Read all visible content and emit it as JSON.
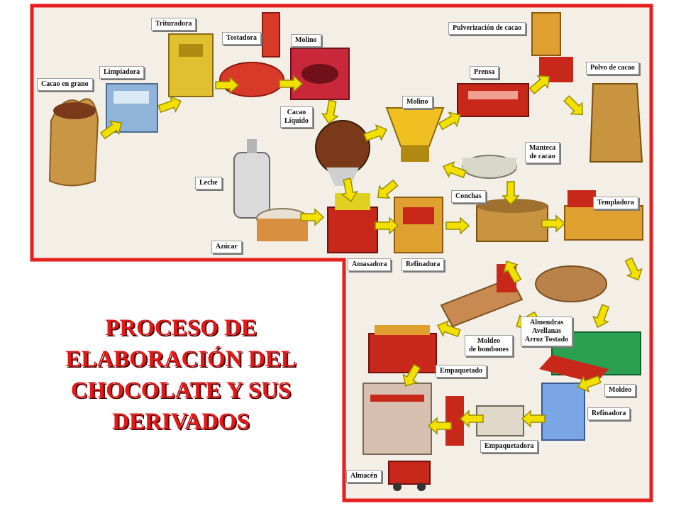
{
  "title": "PROCESO DE\nELABORACIÓN DEL\nCHOCOLATE Y SUS\nDERIVADOS",
  "colors": {
    "frame": "#e61e1e",
    "arrow": "#f2e000",
    "title": "#e01a1a"
  },
  "labels": {
    "cacao_en_grano": "Cacao en grano",
    "limpiadora": "Limpiadora",
    "trituradora": "Trituradora",
    "tostadora": "Tostadora",
    "molino_1": "Molino",
    "cacao_liquido": "Cacao\nLíquido",
    "pulverizacion": "Pulverización de cacao",
    "prensa": "Prensa",
    "polvo_de_cacao": "Polvo de cacao",
    "molino_2": "Molino",
    "manteca": "Manteca\nde cacao",
    "leche": "Leche",
    "conchas": "Conchas",
    "templadora": "Templadora",
    "azucar": "Azúcar",
    "amasadora": "Amasadora",
    "refinadora_1": "Refinadora",
    "almendras": "Almendras\nAvellanas\nArroz Tostado",
    "moldeo_bombones": "Moldeo\nde bombones",
    "empaquetado": "Empaquetado",
    "moldeo": "Moldeo",
    "refinadora_2": "Refinadora",
    "empaquetadora": "Empaquetadora",
    "almacen": "Almacén"
  }
}
